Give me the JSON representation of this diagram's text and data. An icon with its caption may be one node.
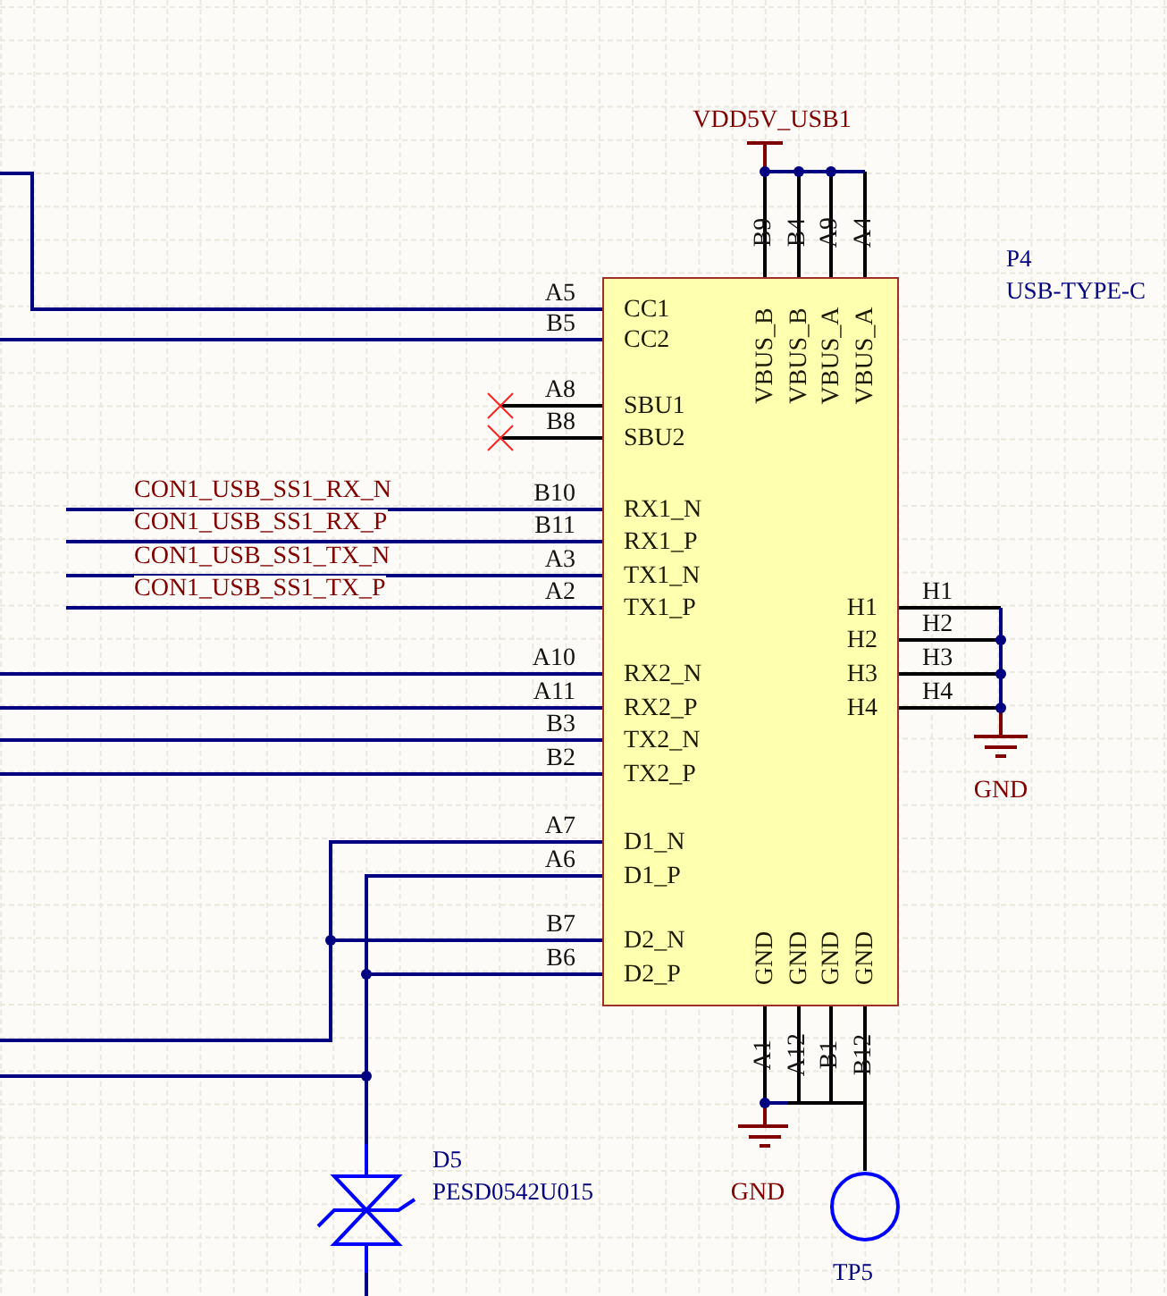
{
  "diagram": {
    "nodes": [
      {
        "text": [
          "VBUS_B",
          "VBUS_B",
          "VBUS_A",
          "VBUS_A",
          "CC1",
          "CC2",
          "SBU1",
          "SBU2",
          "RX1_N",
          "RX1_P",
          "TX1_N",
          "TX1_P",
          "H1",
          "H2",
          "H3",
          "H4",
          "RX2_N",
          "RX2_P",
          "TX2_N",
          "TX2_P",
          "D1_N",
          "D1_P",
          "D2_N",
          "D2_P",
          "GND",
          "GND",
          "GND",
          "GND"
        ],
        "beside": [
          "P4",
          "USB-TYPE-C"
        ]
      },
      {
        "text": [
          "VDD5V_USB1"
        ]
      },
      {
        "text": [
          "GND"
        ]
      },
      {
        "text": [
          "GND"
        ]
      },
      {
        "text": [],
        "shape": "diode",
        "beside": [
          "D5",
          "PESD0542U015"
        ]
      },
      {
        "text": [],
        "shape": "circle",
        "beside": [
          "TP5"
        ]
      }
    ],
    "edges": [
      {
        "from": 1,
        "to": 0,
        "arrow": "none",
        "color": "#000000"
      },
      {
        "from": 1,
        "to": 0,
        "arrow": "none",
        "color": "#000000"
      },
      {
        "from": 1,
        "to": 0,
        "arrow": "none",
        "color": "#000000"
      },
      {
        "from": 1,
        "to": 0,
        "arrow": "none",
        "color": "#000000"
      },
      {
        "from": 0,
        "to": null,
        "arrow": "none"
      },
      {
        "from": 0,
        "to": null,
        "arrow": "none"
      },
      {
        "from": 0,
        "to": null,
        "arrow": "none",
        "label": "CON1_USB_SS1_RX_N"
      },
      {
        "from": 0,
        "to": null,
        "arrow": "none",
        "label": "CON1_USB_SS1_RX_P"
      },
      {
        "from": 0,
        "to": null,
        "arrow": "none",
        "label": "CON1_USB_SS1_TX_N"
      },
      {
        "from": 0,
        "to": null,
        "arrow": "none",
        "label": "CON1_USB_SS1_TX_P"
      },
      {
        "from": 0,
        "to": null,
        "arrow": "none"
      },
      {
        "from": 0,
        "to": null,
        "arrow": "none"
      },
      {
        "from": 0,
        "to": null,
        "arrow": "none"
      },
      {
        "from": 0,
        "to": null,
        "arrow": "none"
      },
      {
        "from": 0,
        "to": null,
        "arrow": "none"
      },
      {
        "from": 0,
        "to": null,
        "arrow": "none"
      },
      {
        "from": 0,
        "to": null,
        "arrow": "none"
      },
      {
        "from": 0,
        "to": 4,
        "arrow": "none"
      },
      {
        "from": 4,
        "to": null,
        "arrow": "none"
      },
      {
        "from": 0,
        "to": 2,
        "arrow": "none",
        "color": "#000000"
      },
      {
        "from": 0,
        "to": 2,
        "arrow": "none",
        "color": "#000000"
      },
      {
        "from": 0,
        "to": 2,
        "arrow": "none",
        "color": "#000000"
      },
      {
        "from": 0,
        "to": 2,
        "arrow": "none",
        "color": "#000000"
      },
      {
        "from": 0,
        "to": 3,
        "arrow": "none",
        "color": "#000000"
      },
      {
        "from": 0,
        "to": 3,
        "arrow": "none",
        "color": "#000000"
      },
      {
        "from": 0,
        "to": 3,
        "arrow": "none",
        "color": "#000000"
      },
      {
        "from": 0,
        "to": 3,
        "arrow": "none",
        "color": "#000000"
      },
      {
        "from": 0,
        "to": 5,
        "arrow": "none",
        "color": "#000000"
      }
    ],
    "labels": [
      "B9",
      "B4",
      "A9",
      "A4",
      "A5",
      "B5",
      "A8",
      "B8",
      "B10",
      "B11",
      "A3",
      "A2",
      "H1",
      "H2",
      "H3",
      "H4",
      "A10",
      "A11",
      "B3",
      "B2",
      "A7",
      "A6",
      "B7",
      "B6",
      "A1",
      "A12",
      "B1",
      "B12"
    ]
  }
}
